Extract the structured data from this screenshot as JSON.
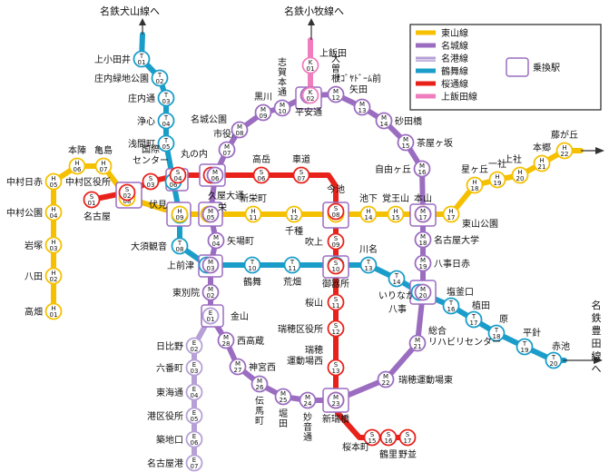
{
  "legend": {
    "items": [
      {
        "name": "東山線",
        "color": "#f5c000"
      },
      {
        "name": "名城線",
        "color": "#9b6dc0"
      },
      {
        "name": "名港線",
        "color": "#b6a0d6"
      },
      {
        "name": "鶴舞線",
        "color": "#1b9dc9"
      },
      {
        "name": "桜通線",
        "color": "#e8221b"
      },
      {
        "name": "上飯田線",
        "color": "#f07dbd"
      }
    ],
    "transfer": "乗換駅"
  },
  "arrows": {
    "inuyama": "名鉄犬山線へ",
    "komaki": "名鉄小牧線へ",
    "toyota": "名鉄豊田線へ"
  },
  "lines": {
    "tsurumai": [
      "T01",
      "T02",
      "T03",
      "T04",
      "T05",
      "T06",
      "T07",
      "T08",
      "T09",
      "T10",
      "T11",
      "T12",
      "T13",
      "T14",
      "T15",
      "T16",
      "T17",
      "T18",
      "T19",
      "T20"
    ],
    "higashiyama": [
      "H01",
      "H02",
      "H03",
      "H04",
      "H05",
      "H06",
      "H07",
      "H08",
      "H09",
      "H10",
      "H11",
      "H12",
      "H13",
      "H14",
      "H15",
      "H16",
      "H17",
      "H18",
      "H19",
      "H20",
      "H21",
      "H22"
    ],
    "sakuradori": [
      "S01",
      "S02",
      "S03",
      "S04",
      "S05",
      "S06",
      "S07",
      "S08",
      "S09",
      "S10",
      "S11",
      "S12",
      "S13",
      "S14",
      "S15",
      "S16",
      "S17"
    ],
    "meijo": [
      "M01",
      "M02",
      "M03",
      "M04",
      "M05",
      "M06",
      "M07",
      "M08",
      "M09",
      "M10",
      "M11",
      "M12",
      "M13",
      "M14",
      "M15",
      "M16",
      "M17",
      "M18",
      "M19",
      "M20",
      "M21",
      "M22",
      "M23",
      "M24",
      "M25",
      "M26",
      "M27",
      "M28"
    ],
    "meiko": [
      "E01",
      "E02",
      "E03",
      "E04",
      "E05",
      "E06",
      "E07"
    ],
    "kamiiida": [
      "K01",
      "K02"
    ]
  },
  "stations": {
    "T01": {
      "code": "T\n01",
      "name": "上小田井"
    },
    "T02": {
      "code": "T\n02",
      "name": "庄内緑地公園"
    },
    "T03": {
      "code": "T\n03",
      "name": "庄内通"
    },
    "T04": {
      "code": "T\n04",
      "name": "浄心"
    },
    "T05": {
      "code": "T\n05",
      "name": "浅間町"
    },
    "T06": {
      "code": "T\n06",
      "name": ""
    },
    "T07": {
      "code": "T\n07",
      "name": "伏見"
    },
    "T08": {
      "code": "T\n08",
      "name": "大須観音"
    },
    "T09": {
      "code": "T\n09",
      "name": "上前津"
    },
    "T10": {
      "code": "T\n10",
      "name": "鶴舞"
    },
    "T11": {
      "code": "T\n11",
      "name": "荒畑"
    },
    "T12": {
      "code": "T\n12",
      "name": "御器所"
    },
    "T13": {
      "code": "T\n13",
      "name": "川名"
    },
    "T14": {
      "code": "T\n14",
      "name": "いりなか"
    },
    "T15": {
      "code": "T\n15",
      "name": "八事"
    },
    "T16": {
      "code": "T\n16",
      "name": "塩釜口"
    },
    "T17": {
      "code": "T\n17",
      "name": "植田"
    },
    "T18": {
      "code": "T\n18",
      "name": "原"
    },
    "T19": {
      "code": "T\n19",
      "name": "平針"
    },
    "T20": {
      "code": "T\n20",
      "name": "赤池"
    },
    "H01": {
      "code": "H\n01",
      "name": "高畑"
    },
    "H02": {
      "code": "H\n02",
      "name": "八田"
    },
    "H03": {
      "code": "H\n03",
      "name": "岩塚"
    },
    "H04": {
      "code": "H\n04",
      "name": "中村公園"
    },
    "H05": {
      "code": "H\n05",
      "name": "中村日赤"
    },
    "H06": {
      "code": "H\n06",
      "name": "本陣"
    },
    "H07": {
      "code": "H\n07",
      "name": "亀島"
    },
    "H08": {
      "code": "H\n08",
      "name": "名古屋"
    },
    "H09": {
      "code": "H\n09",
      "name": ""
    },
    "H10": {
      "code": "H\n10",
      "name": "栄"
    },
    "H11": {
      "code": "H\n11",
      "name": "新栄町"
    },
    "H12": {
      "code": "H\n12",
      "name": "千種"
    },
    "H13": {
      "code": "H\n13",
      "name": "今池"
    },
    "H14": {
      "code": "H\n14",
      "name": "池下"
    },
    "H15": {
      "code": "H\n15",
      "name": "覚王山"
    },
    "H16": {
      "code": "H\n16",
      "name": "本山"
    },
    "H17": {
      "code": "H\n17",
      "name": "東山公園"
    },
    "H18": {
      "code": "H\n18",
      "name": "星ヶ丘"
    },
    "H19": {
      "code": "H\n19",
      "name": "一社"
    },
    "H20": {
      "code": "H\n20",
      "name": "上社"
    },
    "H21": {
      "code": "H\n21",
      "name": "本郷"
    },
    "H22": {
      "code": "H\n22",
      "name": "藤が丘"
    },
    "S01": {
      "code": "S\n01",
      "name": "中村区役所"
    },
    "S02": {
      "code": "S\n02",
      "name": ""
    },
    "S03": {
      "code": "S\n03",
      "name": "国際\nセンター"
    },
    "S04": {
      "code": "S\n04",
      "name": "丸の内"
    },
    "S05": {
      "code": "S\n05",
      "name": "久屋大通"
    },
    "S06": {
      "code": "S\n06",
      "name": "高岳"
    },
    "S07": {
      "code": "S\n07",
      "name": "車道"
    },
    "S08": {
      "code": "S\n08",
      "name": ""
    },
    "S09": {
      "code": "S\n09",
      "name": "吹上"
    },
    "S10": {
      "code": "S\n10",
      "name": ""
    },
    "S11": {
      "code": "S\n11",
      "name": "桜山"
    },
    "S12": {
      "code": "S\n12",
      "name": "瑞穂区役所"
    },
    "S13": {
      "code": "S\n13",
      "name": "瑞穂\n運動場西"
    },
    "S14": {
      "code": "S\n14",
      "name": ""
    },
    "S15": {
      "code": "S\n15",
      "name": "桜本町"
    },
    "S16": {
      "code": "S\n16",
      "name": "鶴里"
    },
    "S17": {
      "code": "S\n17",
      "name": "野並"
    },
    "M01": {
      "code": "M\n01",
      "name": ""
    },
    "M02": {
      "code": "M\n02",
      "name": "東別院"
    },
    "M03": {
      "code": "M\n03",
      "name": ""
    },
    "M04": {
      "code": "M\n04",
      "name": "矢場町"
    },
    "M05": {
      "code": "M\n05",
      "name": ""
    },
    "M06": {
      "code": "M\n06",
      "name": ""
    },
    "M07": {
      "code": "M\n07",
      "name": "市役所"
    },
    "M08": {
      "code": "M\n08",
      "name": "名城公園"
    },
    "M09": {
      "code": "M\n09",
      "name": "黒川"
    },
    "M10": {
      "code": "M\n10",
      "name": "志賀本通"
    },
    "M11": {
      "code": "M\n11",
      "name": "平安通"
    },
    "M12": {
      "code": "M\n12",
      "name": "大曽根"
    },
    "M13": {
      "code": "M\n13",
      "name": "ﾅｺﾞﾔﾄﾞｰﾑ前\n矢田"
    },
    "M14": {
      "code": "M\n14",
      "name": "砂田橋"
    },
    "M15": {
      "code": "M\n15",
      "name": "茶屋ヶ坂"
    },
    "M16": {
      "code": "M\n16",
      "name": "自由ヶ丘"
    },
    "M17": {
      "code": "M\n17",
      "name": ""
    },
    "M18": {
      "code": "M\n18",
      "name": "名古屋大学"
    },
    "M19": {
      "code": "M\n19",
      "name": "八事日赤"
    },
    "M20": {
      "code": "M\n20",
      "name": ""
    },
    "M21": {
      "code": "M\n21",
      "name": "総合\nリハビリセンター"
    },
    "M22": {
      "code": "M\n22",
      "name": "瑞穂運動場東"
    },
    "M23": {
      "code": "M\n23",
      "name": "新瑞橋"
    },
    "M24": {
      "code": "M\n24",
      "name": "妙音通"
    },
    "M25": {
      "code": "M\n25",
      "name": "堀田"
    },
    "M26": {
      "code": "M\n26",
      "name": "伝馬町"
    },
    "M27": {
      "code": "M\n27",
      "name": "神宮西"
    },
    "M28": {
      "code": "M\n28",
      "name": "西高蔵"
    },
    "E01": {
      "code": "E\n01",
      "name": "金山"
    },
    "E02": {
      "code": "E\n02",
      "name": "日比野"
    },
    "E03": {
      "code": "E\n03",
      "name": "六番町"
    },
    "E04": {
      "code": "E\n04",
      "name": "東海通"
    },
    "E05": {
      "code": "E\n05",
      "name": "港区役所"
    },
    "E06": {
      "code": "E\n06",
      "name": "築地口"
    },
    "E07": {
      "code": "E\n07",
      "name": "名古屋港"
    },
    "K01": {
      "code": "K\n01",
      "name": "上飯田"
    },
    "K02": {
      "code": "K\n02",
      "name": ""
    }
  }
}
